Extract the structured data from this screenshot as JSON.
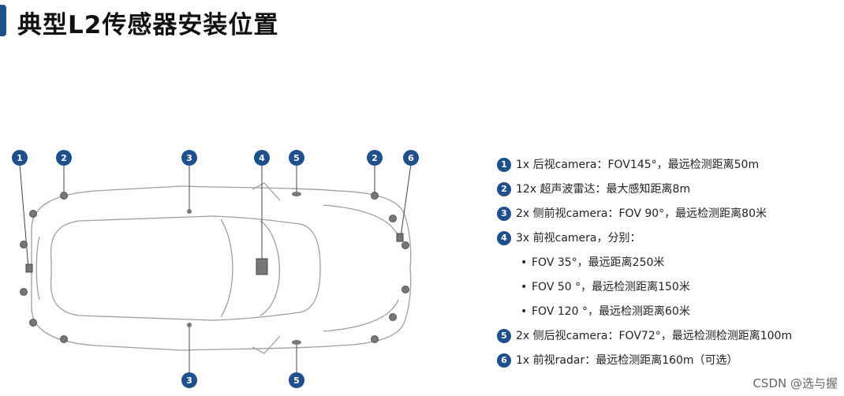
{
  "title": "典型L2传感器安装位置",
  "legend": [
    {
      "num": "1",
      "text": "1x 后视camera：FOV145°，最远检测距离50m"
    },
    {
      "num": "2",
      "text": "12x 超声波雷达：最大感知距离8m"
    },
    {
      "num": "3",
      "text": "2x 侧前视camera：FOV 90°，最远检测距离80米"
    },
    {
      "num": "4",
      "text": "3x 前视camera，分别：",
      "sub": [
        "FOV 35°，最远距离250米",
        "FOV 50 °，最远检测距离150米",
        "FOV 120 °，最远检测距离60米"
      ]
    },
    {
      "num": "5",
      "text": "2x 侧后视camera：FOV72°，最远检测检测距离100m"
    },
    {
      "num": "6",
      "text": "1x 前视radar：最远检测距离160m（可选）"
    }
  ],
  "markers": {
    "m1": "1",
    "m2a": "2",
    "m2b": "2",
    "m3a": "3",
    "m3b": "3",
    "m4": "4",
    "m5a": "5",
    "m5b": "5",
    "m6": "6"
  },
  "watermark": "CSDN @选与握",
  "colors": {
    "accent": "#1f4f8c",
    "sensor": "#777777",
    "car_outline": "#9aa0a6"
  }
}
